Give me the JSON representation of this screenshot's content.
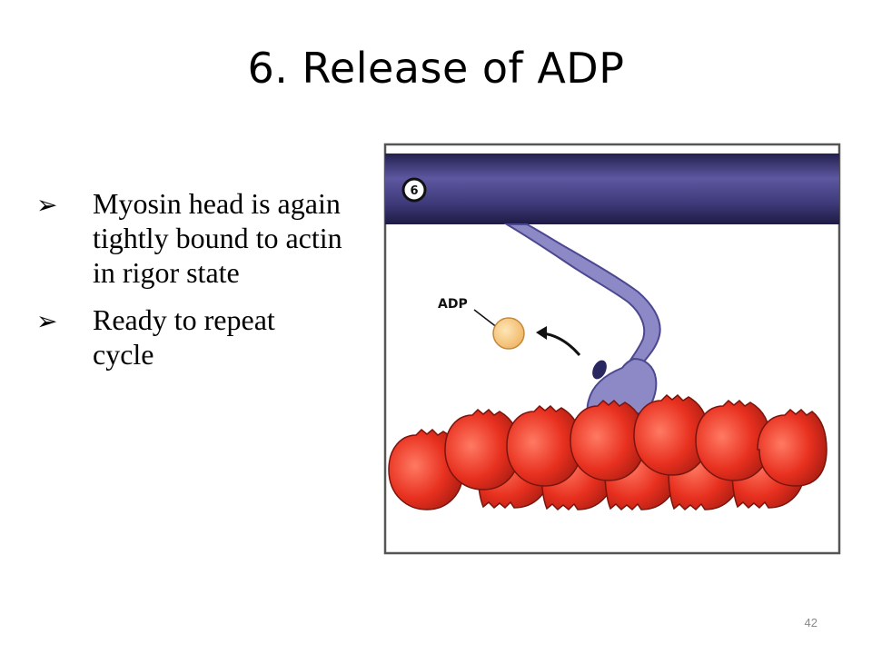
{
  "slide": {
    "title": "6. Release of ADP",
    "bullets": [
      {
        "marker": "➢",
        "text": "Myosin head is again tightly bound to actin in rigor state"
      },
      {
        "marker": "➢",
        "text": "Ready to repeat cycle"
      }
    ],
    "page_number": "42"
  },
  "diagram": {
    "step_label": "6",
    "adp_label": "ADP",
    "colors": {
      "thick_filament": "#3f3a7a",
      "myosin_head": "#8a87c2",
      "actin": "#e23a2c",
      "adp": "#f8c97a"
    }
  }
}
